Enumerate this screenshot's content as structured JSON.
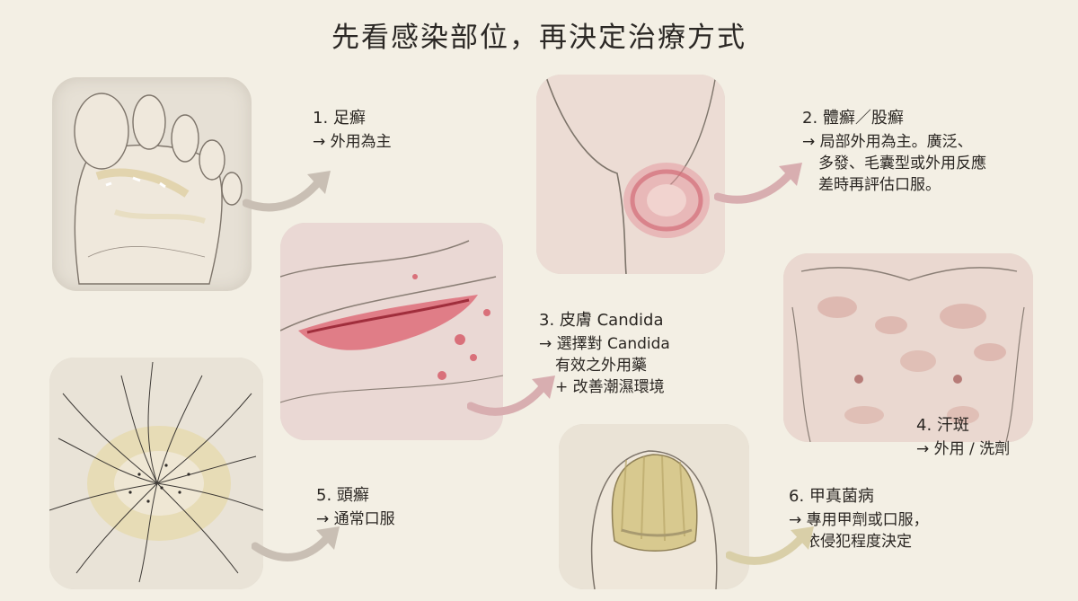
{
  "title": "先看感染部位，再決定治療方式",
  "items": [
    {
      "heading": "1. 足癬",
      "lines": [
        "→ 外用為主"
      ]
    },
    {
      "heading": "2. 體癬／股癬",
      "lines": [
        "→ 局部外用為主。廣泛、",
        "多發、毛囊型或外用反應",
        "差時再評估口服。"
      ]
    },
    {
      "heading": "3. 皮膚 Candida",
      "lines": [
        "→ 選擇對 Candida",
        "有效之外用藥",
        "+ 改善潮濕環境"
      ]
    },
    {
      "heading": "4. 汗斑",
      "lines": [
        "→ 外用 / 洗劑"
      ]
    },
    {
      "heading": "5. 頭癬",
      "lines": [
        "→ 通常口服"
      ]
    },
    {
      "heading": "6. 甲真菌病",
      "lines": [
        "→ 專用甲劑或口服，",
        "依侵犯程度決定"
      ]
    }
  ],
  "colors": {
    "background": "#f3efe4",
    "panel": "#e6e0d5",
    "arrow": "#c9bfb4",
    "lesion_red": "#d9707a",
    "nail_yellow": "#d8c98f"
  }
}
